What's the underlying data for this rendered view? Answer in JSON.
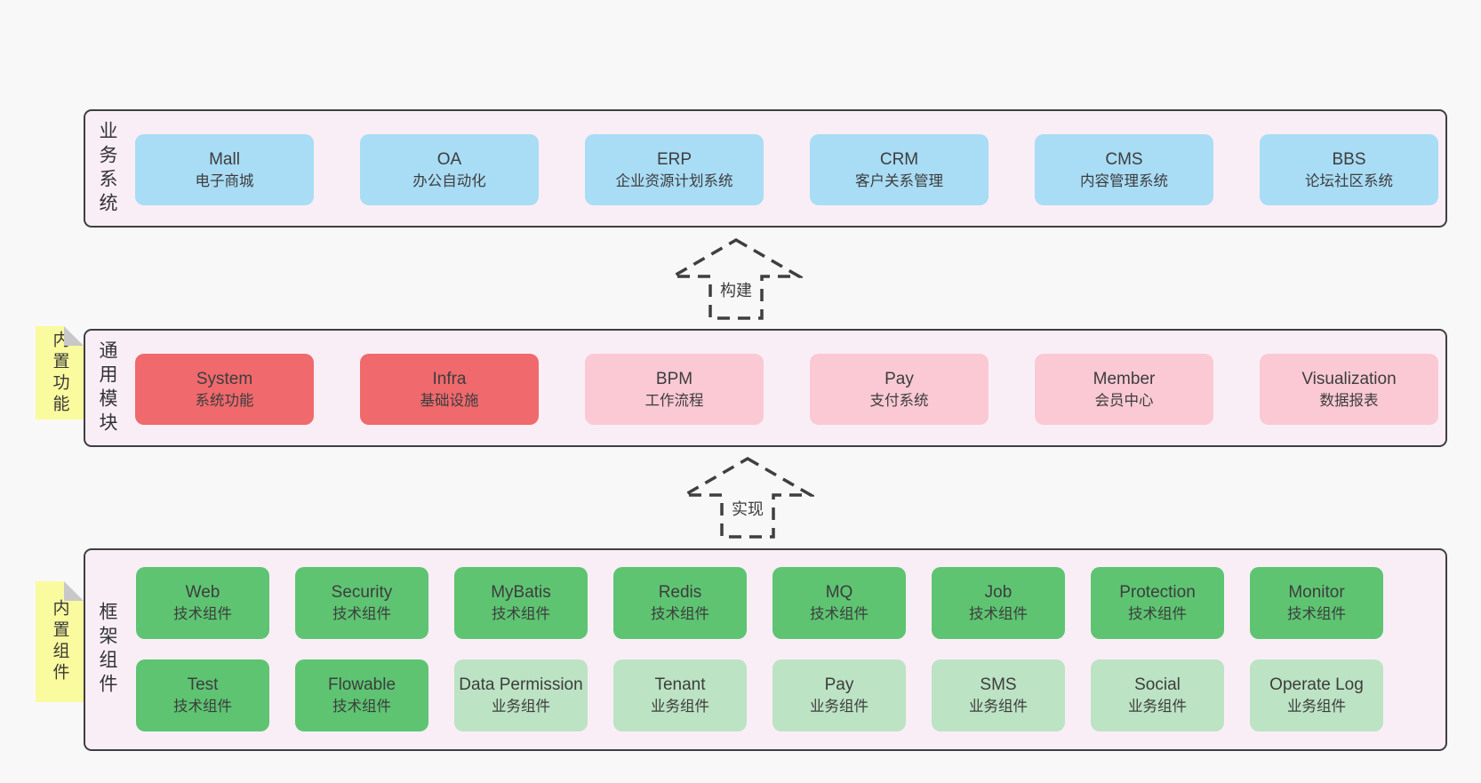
{
  "layers": {
    "business": {
      "label": "业务系统",
      "boxes": [
        {
          "title": "Mall",
          "subtitle": "电子商城"
        },
        {
          "title": "OA",
          "subtitle": "办公自动化"
        },
        {
          "title": "ERP",
          "subtitle": "企业资源计划系统"
        },
        {
          "title": "CRM",
          "subtitle": "客户关系管理"
        },
        {
          "title": "CMS",
          "subtitle": "内容管理系统"
        },
        {
          "title": "BBS",
          "subtitle": "论坛社区系统"
        }
      ]
    },
    "modules": {
      "label": "通用模块",
      "sticky": "内置功能",
      "boxes": [
        {
          "title": "System",
          "subtitle": "系统功能"
        },
        {
          "title": "Infra",
          "subtitle": "基础设施"
        },
        {
          "title": "BPM",
          "subtitle": "工作流程"
        },
        {
          "title": "Pay",
          "subtitle": "支付系统"
        },
        {
          "title": "Member",
          "subtitle": "会员中心"
        },
        {
          "title": "Visualization",
          "subtitle": "数据报表"
        }
      ]
    },
    "components": {
      "label": "框架组件",
      "sticky": "内置组件",
      "row1": [
        {
          "title": "Web",
          "subtitle": "技术组件"
        },
        {
          "title": "Security",
          "subtitle": "技术组件"
        },
        {
          "title": "MyBatis",
          "subtitle": "技术组件"
        },
        {
          "title": "Redis",
          "subtitle": "技术组件"
        },
        {
          "title": "MQ",
          "subtitle": "技术组件"
        },
        {
          "title": "Job",
          "subtitle": "技术组件"
        },
        {
          "title": "Protection",
          "subtitle": "技术组件"
        },
        {
          "title": "Monitor",
          "subtitle": "技术组件"
        }
      ],
      "row2": [
        {
          "title": "Test",
          "subtitle": "技术组件"
        },
        {
          "title": "Flowable",
          "subtitle": "技术组件"
        },
        {
          "title": "Data Permission",
          "subtitle": "业务组件"
        },
        {
          "title": "Tenant",
          "subtitle": "业务组件"
        },
        {
          "title": "Pay",
          "subtitle": "业务组件"
        },
        {
          "title": "SMS",
          "subtitle": "业务组件"
        },
        {
          "title": "Social",
          "subtitle": "业务组件"
        },
        {
          "title": "Operate Log",
          "subtitle": "业务组件"
        }
      ]
    }
  },
  "arrows": {
    "build": "构建",
    "implement": "实现"
  },
  "colors": {
    "page_bg": "#f8f8f8",
    "panel_bg": "#f9eef6",
    "panel_border": "#3f3f3f",
    "blue": "#a9dcf5",
    "red": "#f0696c",
    "pink": "#fac9d4",
    "green": "#5ec472",
    "light_green": "#bce3c3",
    "sticky_yellow": "#fafa9e",
    "sticky_fold": "#c8c8c8"
  }
}
